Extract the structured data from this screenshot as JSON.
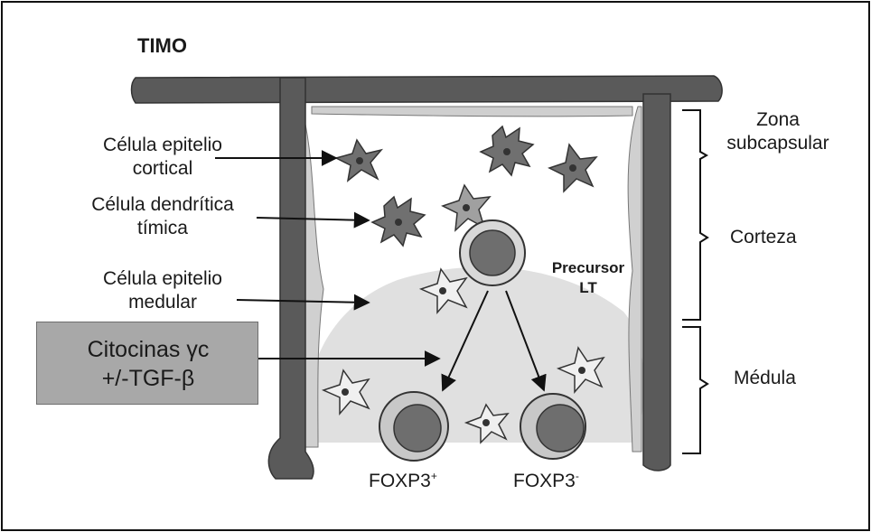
{
  "title": "TIMO",
  "left_labels": {
    "cortical_epithelial": [
      "Célula epitelio",
      "cortical"
    ],
    "dendritic": [
      "Célula dendrítica",
      "tímica"
    ],
    "medullary_epithelial": [
      "Célula epitelio",
      "medular"
    ]
  },
  "cytokine_box": [
    "Citocinas γc",
    "+/-TGF-β"
  ],
  "right_labels": {
    "subcapsular": [
      "Zona",
      "subcapsular"
    ],
    "cortex": "Corteza",
    "medulla": "Médula"
  },
  "precursor": [
    "Precursor",
    "LT"
  ],
  "foxp3_pos": {
    "base": "FOXP3",
    "sup": "+"
  },
  "foxp3_neg": {
    "base": "FOXP3",
    "sup": "-"
  },
  "colors": {
    "wall": "#5a5a5a",
    "medulla_fill": "#e0e0e0",
    "dark_cell": "#6e6e6e",
    "light_cell": "#e8e8e8",
    "box": "#a8a8a8"
  }
}
